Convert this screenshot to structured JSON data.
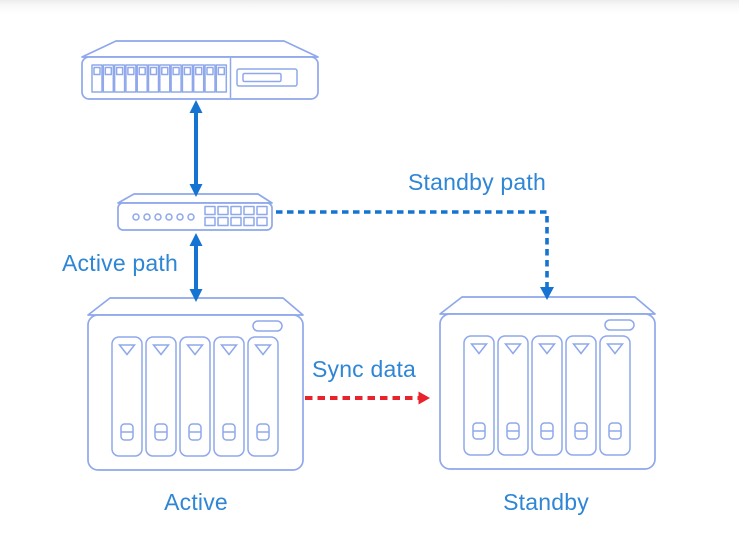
{
  "labels": {
    "standby_path": "Standby path",
    "active_path": "Active path",
    "sync_data": "Sync data",
    "active_device": "Active",
    "standby_device": "Standby"
  },
  "colors": {
    "outline": "#8FA8EC",
    "accent": "#1573D1",
    "label": "#2E86D5",
    "red": "#E8232B",
    "bg": "#FFFFFF"
  },
  "diagram": {
    "type": "network-topology",
    "nodes": [
      {
        "id": "server",
        "icon": "rack-server-icon",
        "label": ""
      },
      {
        "id": "switch",
        "icon": "network-switch-icon",
        "label": ""
      },
      {
        "id": "nas-active",
        "icon": "nas-5bay-icon",
        "label": "Active"
      },
      {
        "id": "nas-standby",
        "icon": "nas-5bay-icon",
        "label": "Standby"
      }
    ],
    "edges": [
      {
        "from": "server",
        "to": "switch",
        "style": "solid",
        "color": "accent",
        "arrows": "both",
        "label": ""
      },
      {
        "from": "switch",
        "to": "nas-active",
        "style": "solid",
        "color": "accent",
        "arrows": "both",
        "label": "Active path"
      },
      {
        "from": "switch",
        "to": "nas-standby",
        "style": "dashed",
        "color": "accent",
        "arrows": "end",
        "label": "Standby path"
      },
      {
        "from": "nas-active",
        "to": "nas-standby",
        "style": "dashed",
        "color": "red",
        "arrows": "end",
        "label": "Sync data"
      }
    ]
  }
}
